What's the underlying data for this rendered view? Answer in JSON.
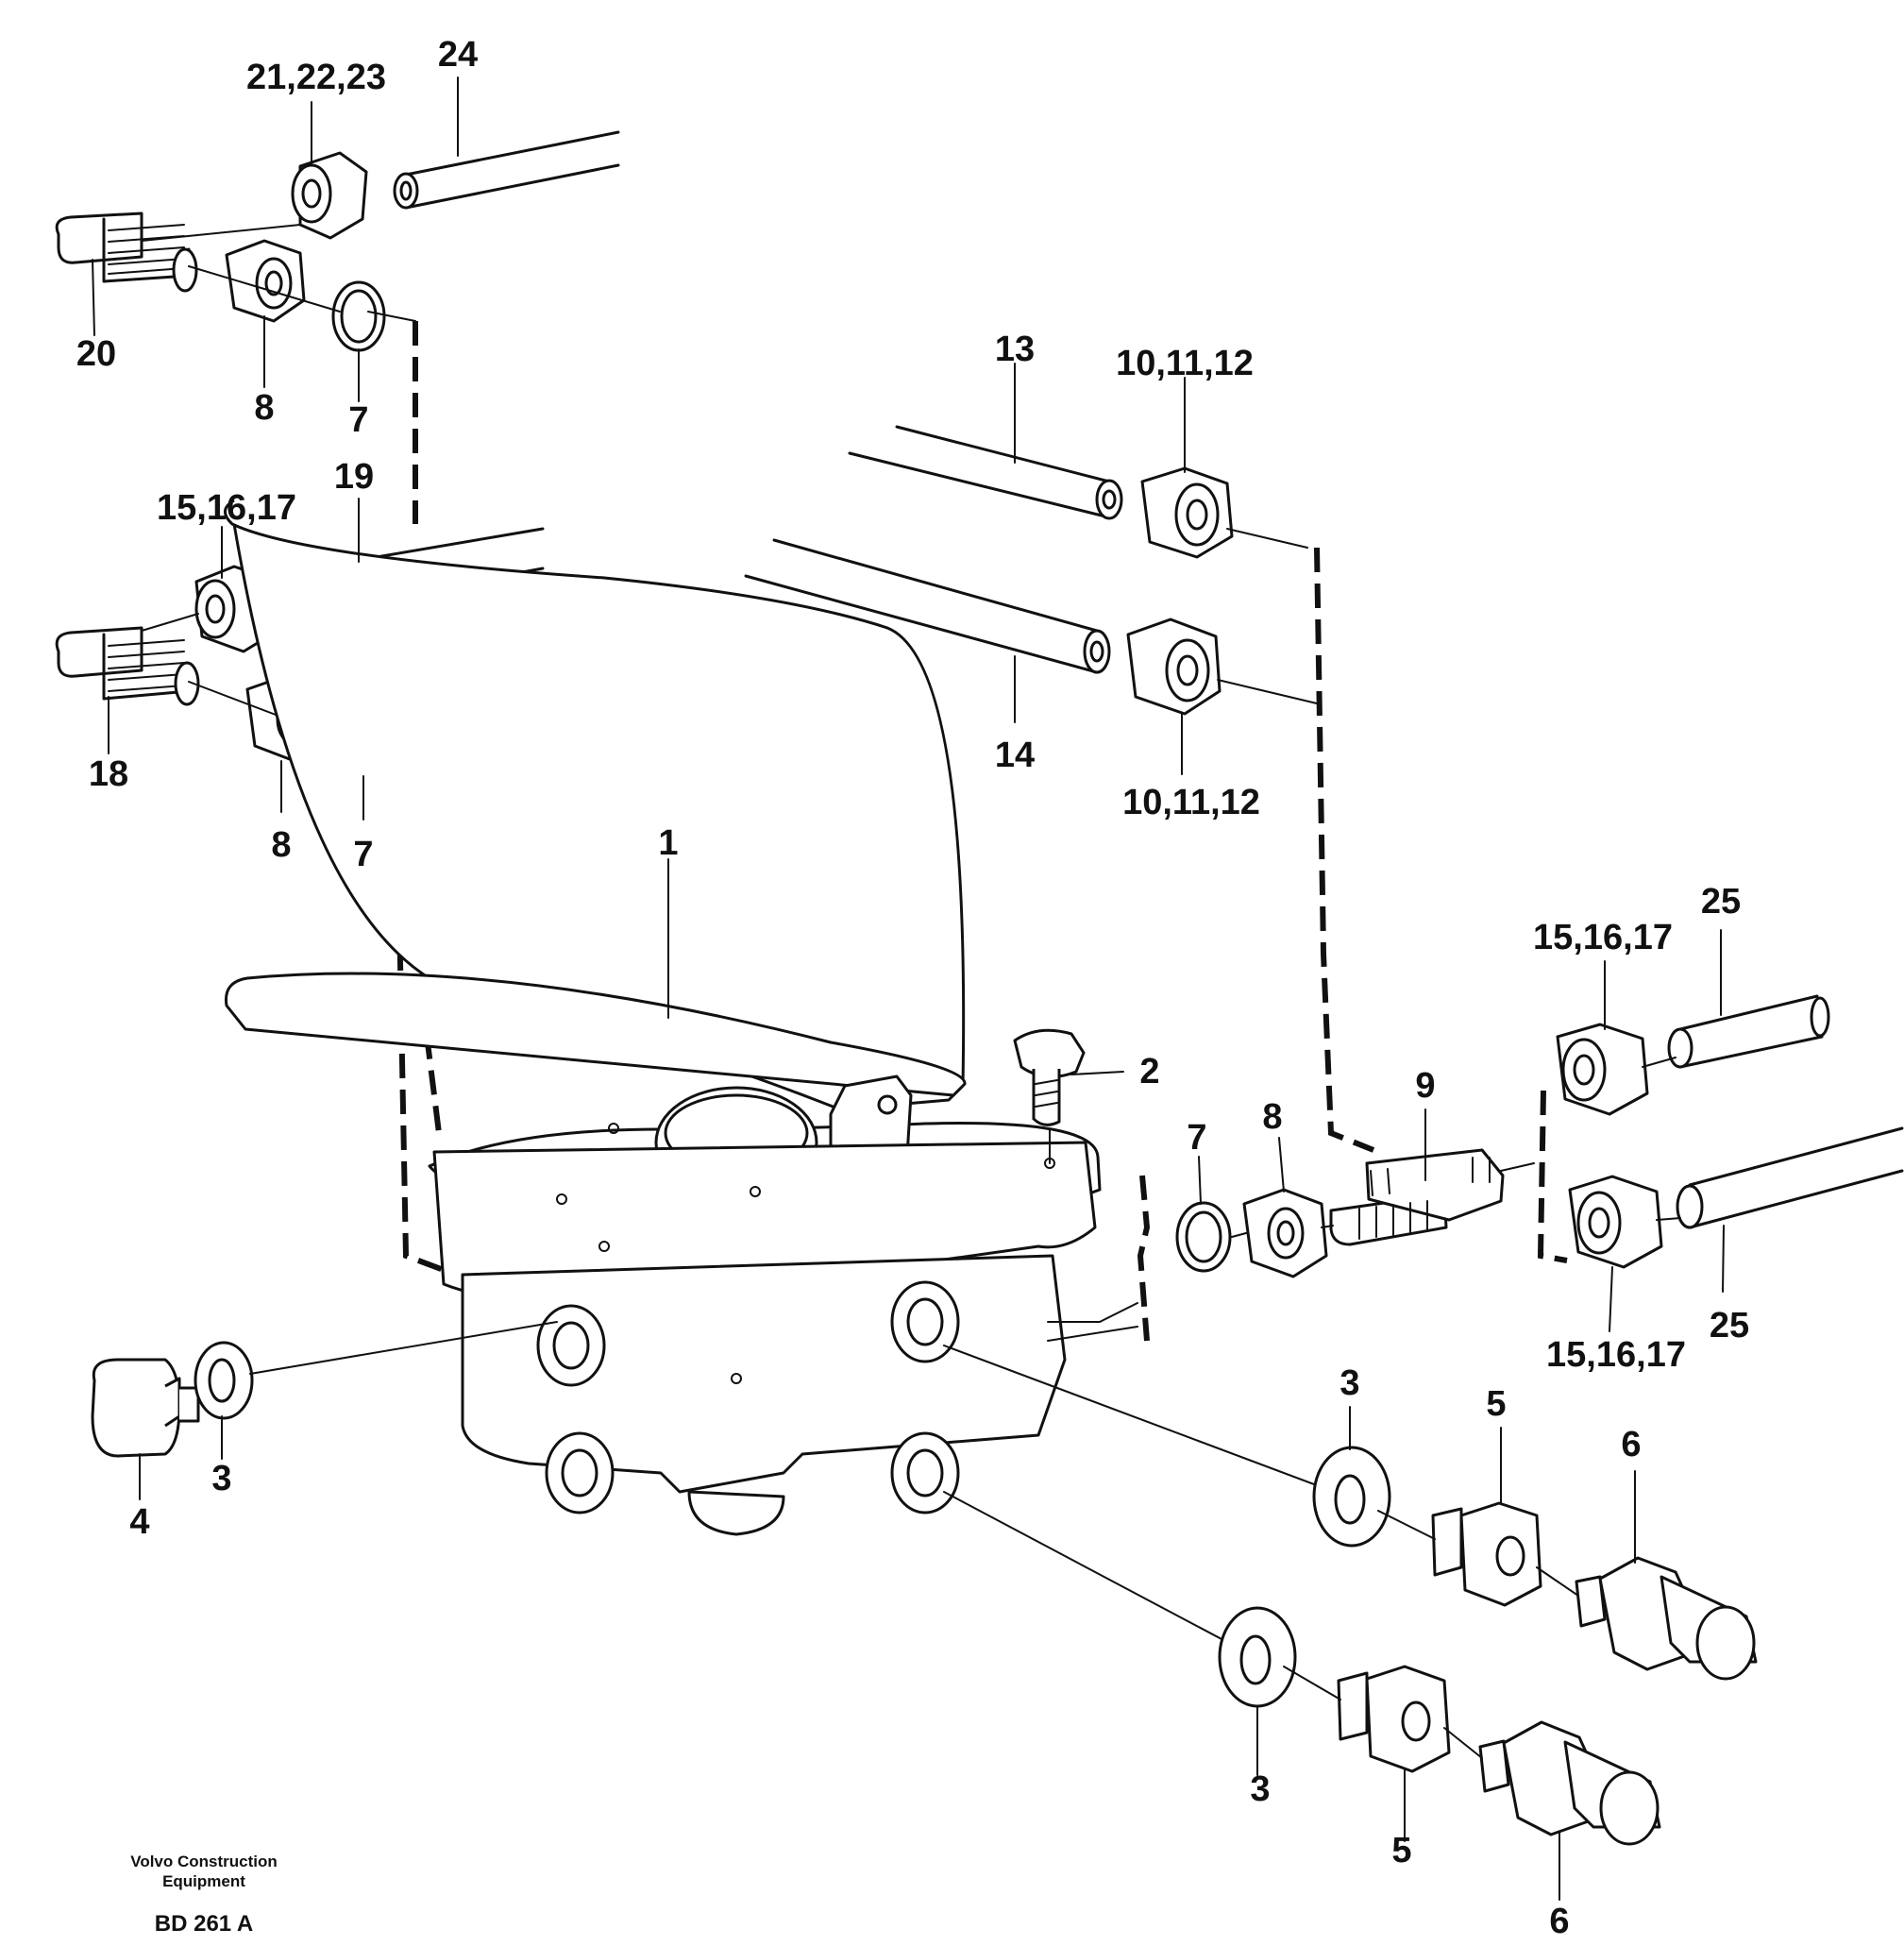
{
  "diagram": {
    "callouts": [
      {
        "id": "c24",
        "label": "24"
      },
      {
        "id": "c21_22_23",
        "label": "21,22,23"
      },
      {
        "id": "c20",
        "label": "20"
      },
      {
        "id": "c8_top",
        "label": "8"
      },
      {
        "id": "c7_top",
        "label": "7"
      },
      {
        "id": "c13",
        "label": "13"
      },
      {
        "id": "c10_11_12_top",
        "label": "10,11,12"
      },
      {
        "id": "c19",
        "label": "19"
      },
      {
        "id": "c15_16_17_left",
        "label": "15,16,17"
      },
      {
        "id": "c18",
        "label": "18"
      },
      {
        "id": "c8_mid",
        "label": "8"
      },
      {
        "id": "c7_mid",
        "label": "7"
      },
      {
        "id": "c14",
        "label": "14"
      },
      {
        "id": "c10_11_12_bottom",
        "label": "10,11,12"
      },
      {
        "id": "c1",
        "label": "1"
      },
      {
        "id": "c2",
        "label": "2"
      },
      {
        "id": "c25_top",
        "label": "25"
      },
      {
        "id": "c15_16_17_right_top",
        "label": "15,16,17"
      },
      {
        "id": "c9",
        "label": "9"
      },
      {
        "id": "c8_right",
        "label": "8"
      },
      {
        "id": "c7_right",
        "label": "7"
      },
      {
        "id": "c25_bottom",
        "label": "25"
      },
      {
        "id": "c15_16_17_right_bottom",
        "label": "15,16,17"
      },
      {
        "id": "c4",
        "label": "4"
      },
      {
        "id": "c3_left",
        "label": "3"
      },
      {
        "id": "c3_upper",
        "label": "3"
      },
      {
        "id": "c5_upper",
        "label": "5"
      },
      {
        "id": "c6_upper",
        "label": "6"
      },
      {
        "id": "c3_lower",
        "label": "3"
      },
      {
        "id": "c5_lower",
        "label": "5"
      },
      {
        "id": "c6_lower",
        "label": "6"
      }
    ]
  },
  "footer": {
    "credit_line1": "Volvo Construction",
    "credit_line2": "Equipment",
    "drawing_code": "BD 261 A"
  }
}
